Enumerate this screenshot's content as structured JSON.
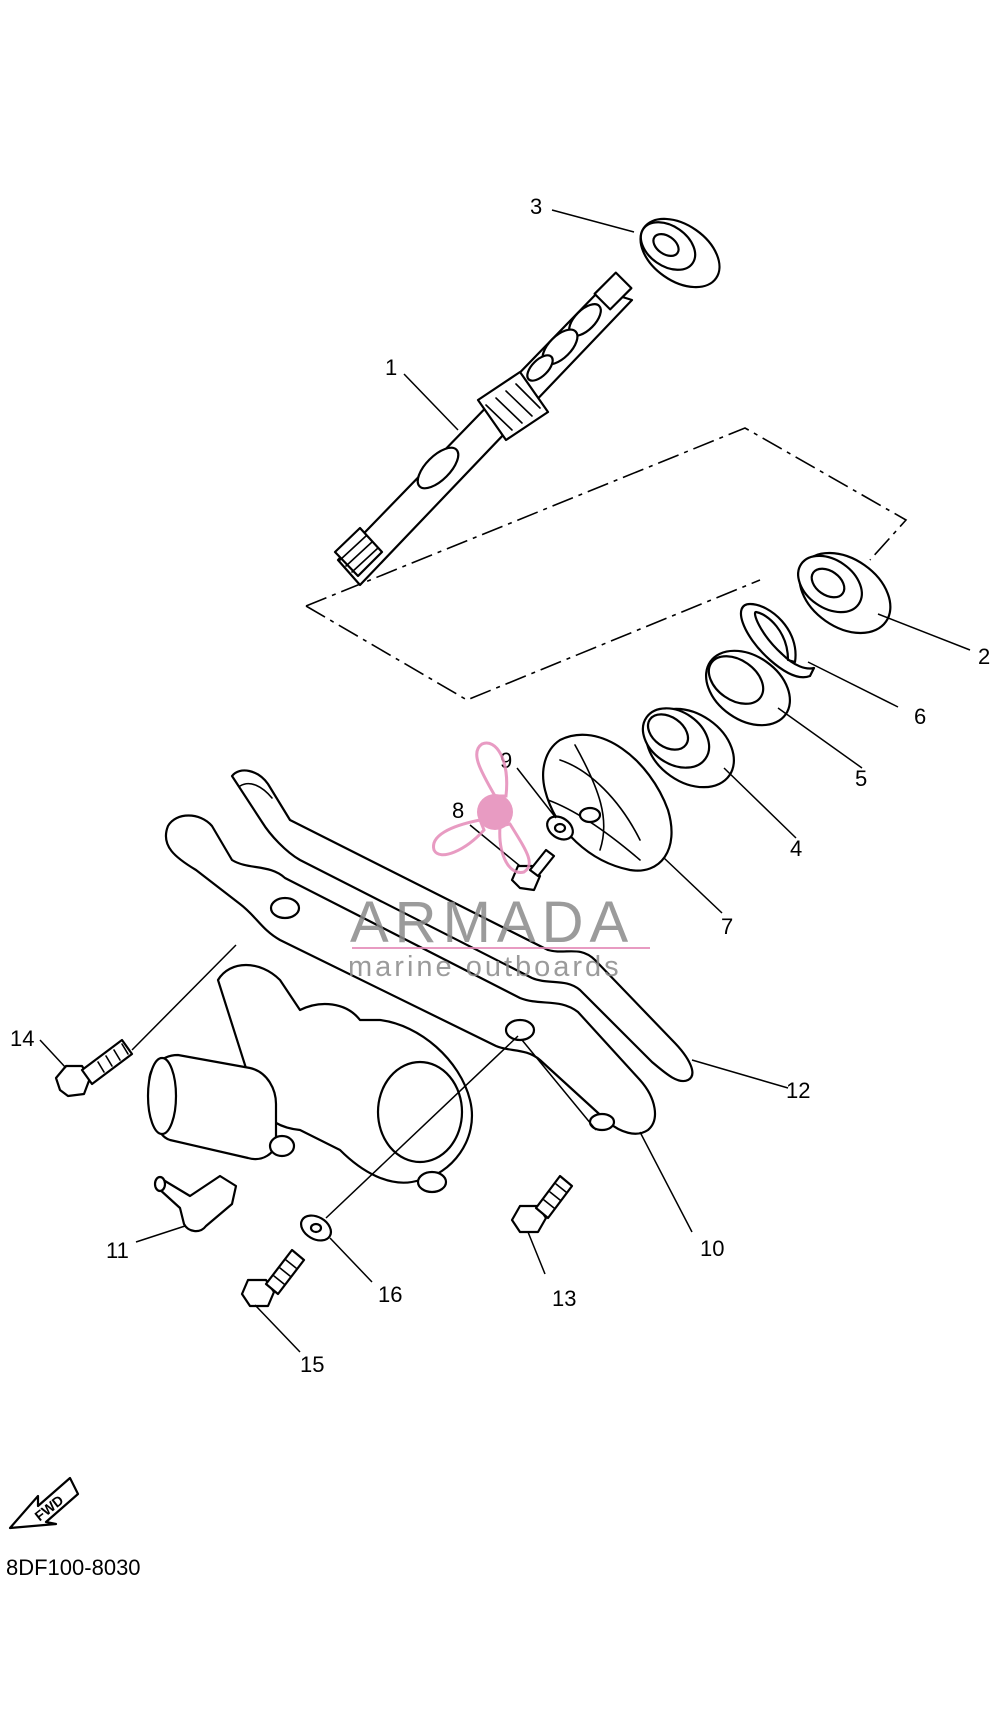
{
  "diagram": {
    "code": "8DF100-8030",
    "direction_label": "FWD",
    "watermark": {
      "brand": "ARMADA",
      "tagline": "marine outboards",
      "accent_color": "#e48ab8",
      "text_color": "#8a8a8a"
    },
    "callouts": [
      "1",
      "2",
      "3",
      "4",
      "5",
      "6",
      "7",
      "8",
      "9",
      "10",
      "11",
      "12",
      "13",
      "14",
      "15",
      "16"
    ]
  }
}
